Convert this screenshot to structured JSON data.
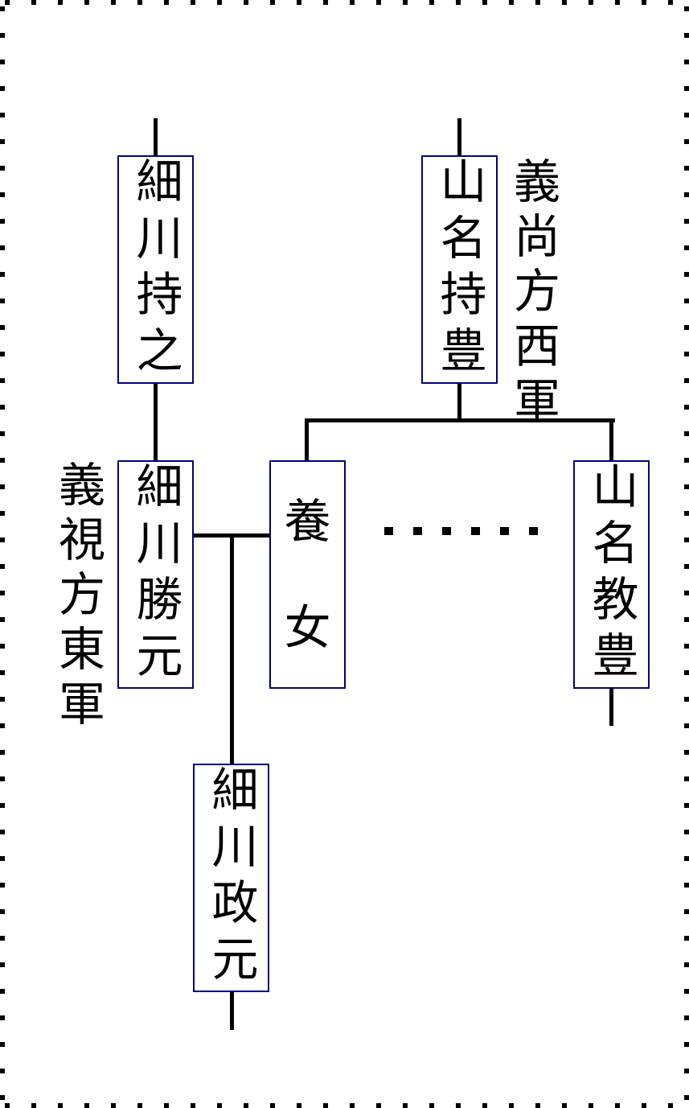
{
  "people": {
    "hosokawa_mochiyuki": "細川持之",
    "yamana_mochitoyo": "山名持豊",
    "hosokawa_katsumoto": "細川勝元",
    "adopted_daughter": [
      "養",
      "女"
    ],
    "yamana_noritoyo": "山名教豊",
    "hosokawa_masamoto": "細川政元"
  },
  "factions": {
    "west": "義尚方西軍",
    "east": "義視方東軍"
  }
}
